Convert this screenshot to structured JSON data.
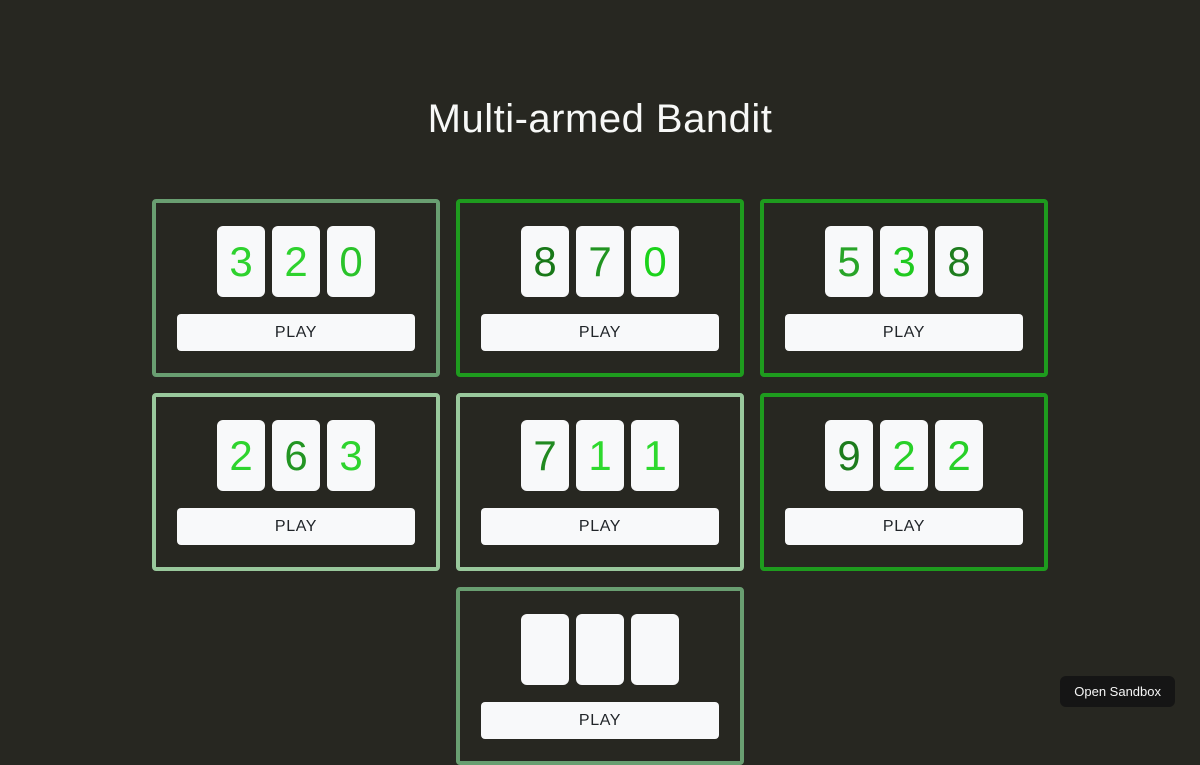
{
  "page": {
    "title": "Multi-armed Bandit",
    "background_color": "#272721"
  },
  "colors": {
    "digit_box_bg": "#f8f9fa",
    "play_button_bg": "#f8f9fa",
    "play_button_text": "#212529",
    "title_text": "#f7f8f7",
    "open_sandbox_bg": "#151515",
    "open_sandbox_text": "#f5f5f5"
  },
  "open_sandbox": {
    "label": "Open Sandbox"
  },
  "bandits": [
    {
      "border_color": "#699e71",
      "play_label": "PLAY",
      "digits": [
        {
          "value": "3",
          "color": "#2ed22e"
        },
        {
          "value": "2",
          "color": "#2ed22e"
        },
        {
          "value": "0",
          "color": "#2ac32a"
        }
      ]
    },
    {
      "border_color": "#1e9b1e",
      "play_label": "PLAY",
      "digits": [
        {
          "value": "8",
          "color": "#187818"
        },
        {
          "value": "7",
          "color": "#219421"
        },
        {
          "value": "0",
          "color": "#1bd31b"
        }
      ]
    },
    {
      "border_color": "#1e9b1e",
      "play_label": "PLAY",
      "digits": [
        {
          "value": "5",
          "color": "#28a428"
        },
        {
          "value": "3",
          "color": "#20ca20"
        },
        {
          "value": "8",
          "color": "#1e7d1e"
        }
      ]
    },
    {
      "border_color": "#99c89c",
      "play_label": "PLAY",
      "digits": [
        {
          "value": "2",
          "color": "#2ed42e"
        },
        {
          "value": "6",
          "color": "#239523"
        },
        {
          "value": "3",
          "color": "#2ed42e"
        }
      ]
    },
    {
      "border_color": "#99c89c",
      "play_label": "PLAY",
      "digits": [
        {
          "value": "7",
          "color": "#218a21"
        },
        {
          "value": "1",
          "color": "#2ed92e"
        },
        {
          "value": "1",
          "color": "#2ed92e"
        }
      ]
    },
    {
      "border_color": "#1e9b1e",
      "play_label": "PLAY",
      "digits": [
        {
          "value": "9",
          "color": "#1d7c1d"
        },
        {
          "value": "2",
          "color": "#28d028"
        },
        {
          "value": "2",
          "color": "#28d028"
        }
      ]
    },
    {
      "border_color": "#699e71",
      "play_label": "PLAY",
      "digits": [
        {
          "value": "",
          "color": "#2ed22e"
        },
        {
          "value": "",
          "color": "#2ed22e"
        },
        {
          "value": "",
          "color": "#2ed22e"
        }
      ]
    }
  ]
}
